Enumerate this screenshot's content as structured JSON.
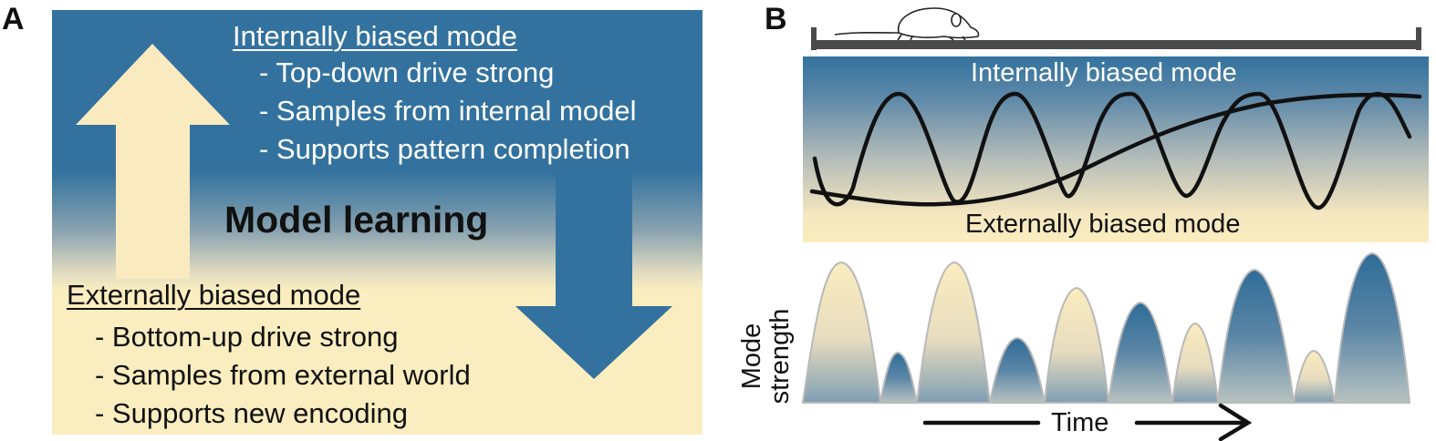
{
  "panel_a": {
    "letter": "A",
    "internal_title": "Internally biased mode",
    "internal_items": [
      "- Top-down drive strong",
      "- Samples from internal model",
      "- Supports pattern completion"
    ],
    "center_label": "Model learning",
    "external_title": "Externally biased mode",
    "external_items": [
      "- Bottom-up drive strong",
      "- Samples from external world",
      "- Supports new encoding"
    ]
  },
  "panel_b": {
    "letter": "B",
    "internal_label": "Internally biased mode",
    "external_label": "Externally biased mode",
    "ylabel_line1": "Mode",
    "ylabel_line2": "strength",
    "xlabel": "Time"
  },
  "colors": {
    "blue": "#33729e",
    "cream": "#faedbf",
    "arrow_up": "#faeac0",
    "arrow_down": "#33729e"
  }
}
